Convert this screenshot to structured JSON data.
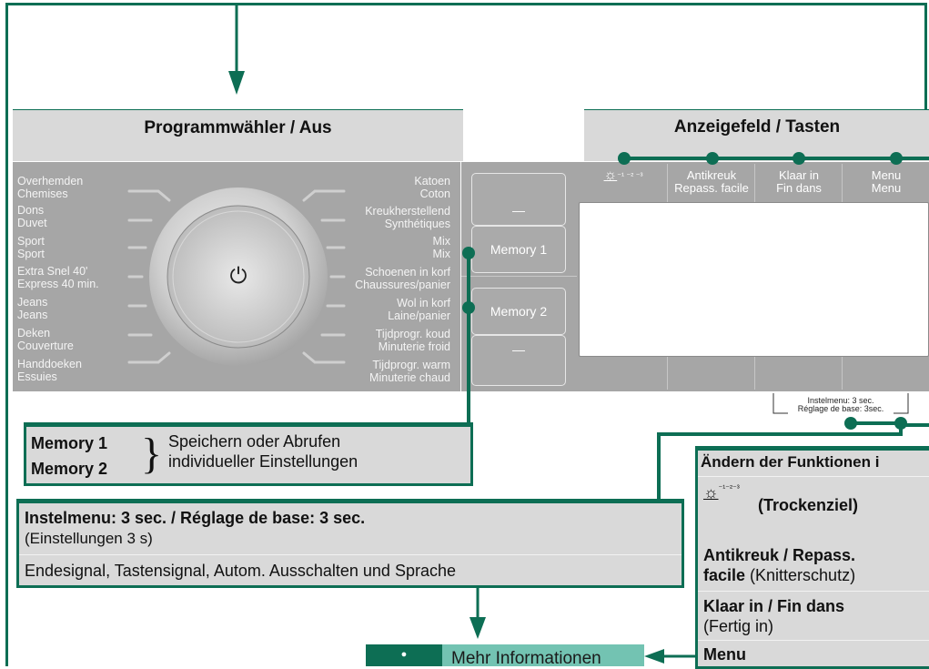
{
  "headers": {
    "program_selector": "Programmwähler / Aus",
    "display_buttons": "Anzeigefeld / Tasten"
  },
  "dial_programs": {
    "left": [
      {
        "nl": "Overhemden",
        "fr": "Chemises"
      },
      {
        "nl": "Dons",
        "fr": "Duvet"
      },
      {
        "nl": "Sport",
        "fr": "Sport"
      },
      {
        "nl": "Extra Snel 40'",
        "fr": "Express 40 min."
      },
      {
        "nl": "Jeans",
        "fr": "Jeans"
      },
      {
        "nl": "Deken",
        "fr": "Couverture"
      },
      {
        "nl": "Handdoeken",
        "fr": "Essuies"
      }
    ],
    "right": [
      {
        "nl": "Katoen",
        "fr": "Coton"
      },
      {
        "nl": "Kreukherstellend",
        "fr": "Synthétiques"
      },
      {
        "nl": "Mix",
        "fr": "Mix"
      },
      {
        "nl": "Schoenen in korf",
        "fr": "Chaussures/panier"
      },
      {
        "nl": "Wol in korf",
        "fr": "Laine/panier"
      },
      {
        "nl": "Tijdprogr. koud",
        "fr": "Minuterie froid"
      },
      {
        "nl": "Tijdprogr. warm",
        "fr": "Minuterie chaud"
      }
    ],
    "power_symbol": "⏻"
  },
  "memory_buttons": {
    "top_dash": "—",
    "memory1": "Memory 1",
    "memory2": "Memory 2",
    "bottom_dash": "—"
  },
  "display_keys": [
    {
      "line1": "☼",
      "line2": "⁻¹ ⁻² ⁻³"
    },
    {
      "line1": "Antikreuk",
      "line2": "Repass. facile"
    },
    {
      "line1": "Klaar in",
      "line2": "Fin dans"
    },
    {
      "line1": "Menu",
      "line2": "Menu"
    }
  ],
  "hold_note": {
    "line1": "Instelmenu: 3 sec.",
    "line2": "Réglage de base: 3sec."
  },
  "memory_box": {
    "label1": "Memory 1",
    "label2": "Memory 2",
    "brace": "}",
    "text_line1": "Speichern oder Abrufen",
    "text_line2": "individueller Einstellungen"
  },
  "settings_box": {
    "title": "Instelmenu: 3 sec. / Réglage de base: 3 sec.",
    "subtitle": "(Einstellungen 3 s)",
    "text": "Endesignal, Tastensignal, Autom. Ausschalten und Sprache"
  },
  "functions_box": {
    "header": "Ändern der Funktionen i",
    "item1_icon": "☼",
    "item1_sup": "⁻¹⁻²⁻³",
    "item1": "(Trockenziel)",
    "item2_bold": "Antikreuk / Repass.",
    "item2_bold2": "facile",
    "item2_rest": " (Knitterschutz)",
    "item3_bold": "Klaar in / Fin dans",
    "item3_rest": "(Fertig in)",
    "item4_bold": "Menu"
  },
  "more_info": {
    "bullet": "●",
    "label": "Mehr Informationen"
  },
  "colors": {
    "accent_green": "#0d6e54",
    "panel_gray": "#a6a6a6",
    "header_gray": "#d9d9d9"
  }
}
